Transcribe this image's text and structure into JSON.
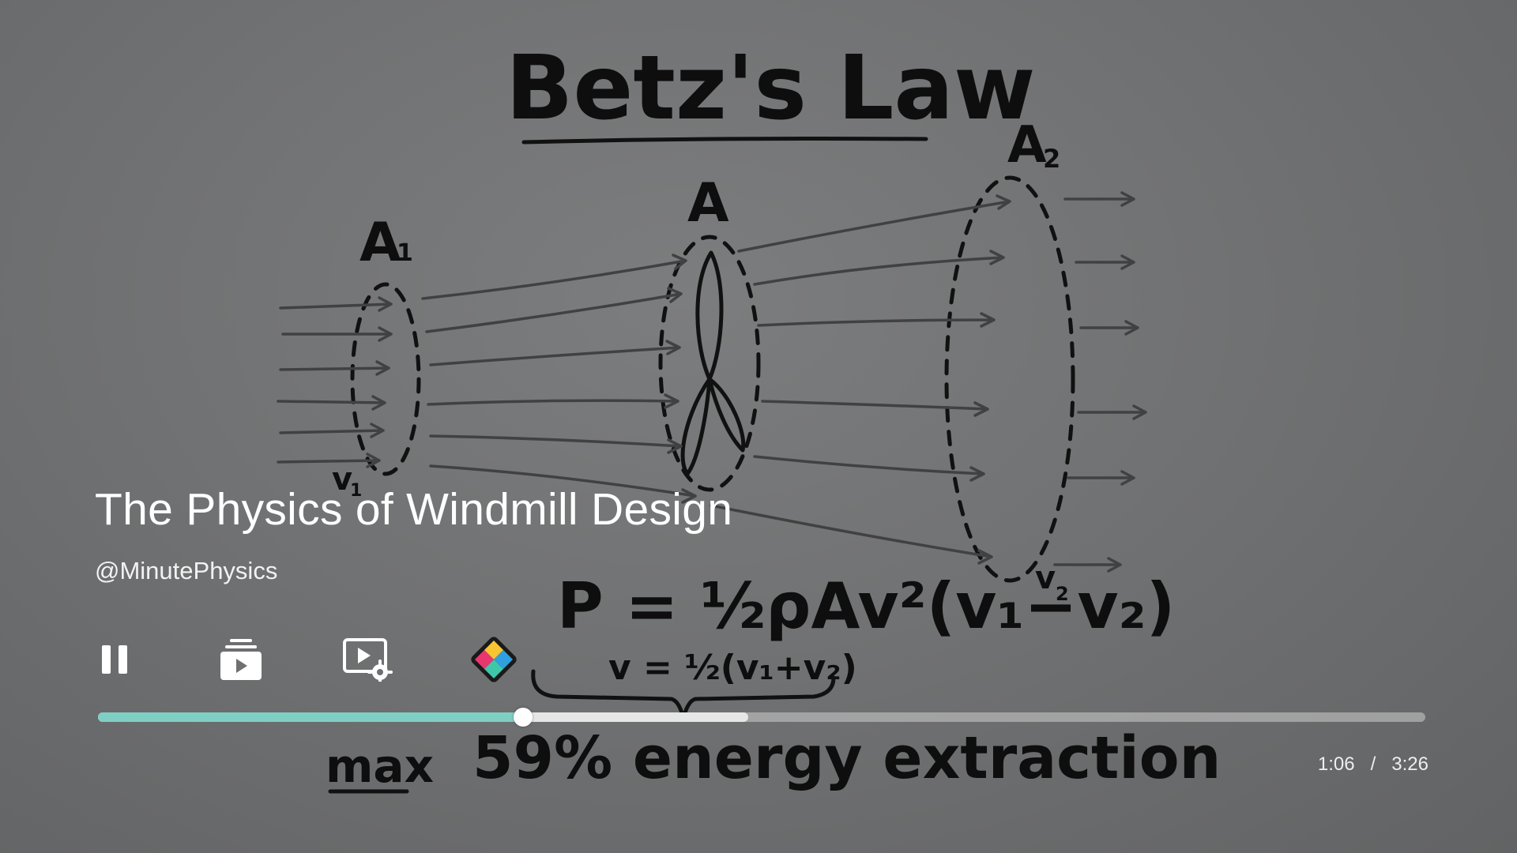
{
  "video": {
    "title": "The Physics of Windmill Design",
    "channel": "@MinutePhysics",
    "elapsed": "1:06",
    "duration": "3:26",
    "time_separator": "/",
    "progress_fraction": 0.32,
    "buffer_fraction": 0.49
  },
  "slide": {
    "heading": "Betz's Law",
    "label_a1": "A",
    "label_a1_sub": "1",
    "label_a": "A",
    "label_a2": "A",
    "label_a2_sub": "2",
    "label_v1": "v",
    "label_v1_sub": "1",
    "label_v2": "v",
    "label_v2_sub": "2",
    "formula_power": "P = ½ρAv²(v₁−v₂)",
    "formula_velocity": "v = ½(v₁+v₂)",
    "conclusion_max": "max",
    "conclusion_rest": "59% energy extraction"
  },
  "controls": {
    "pause_icon": "pause-icon",
    "queue_icon": "queue-play-icon",
    "settings_icon": "video-settings-icon",
    "app_icon": "app-logo-icon"
  },
  "colors": {
    "progress_played": "#7fcfc4",
    "app_logo": [
      "#f7c531",
      "#e8366f",
      "#2f9fe0",
      "#3fc7a9"
    ]
  }
}
